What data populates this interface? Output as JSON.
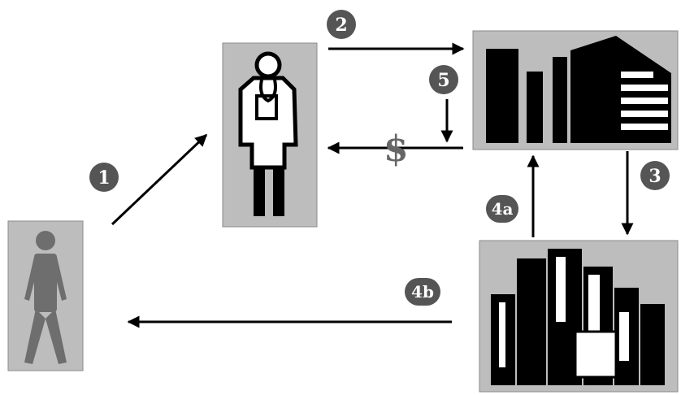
{
  "steps": {
    "s1": "1",
    "s2": "2",
    "s3": "3",
    "s4a": "4a",
    "s4b": "4b",
    "s5": "5"
  },
  "payment_symbol": "$",
  "nodes": [
    "patient-icon",
    "doctor-icon",
    "hospital-icon",
    "office-buildings-icon"
  ],
  "colors": {
    "box_fill": "#bdbdbd",
    "badge_fill": "#555555",
    "ink": "#000000",
    "patient_fill": "#6e6e6e"
  }
}
